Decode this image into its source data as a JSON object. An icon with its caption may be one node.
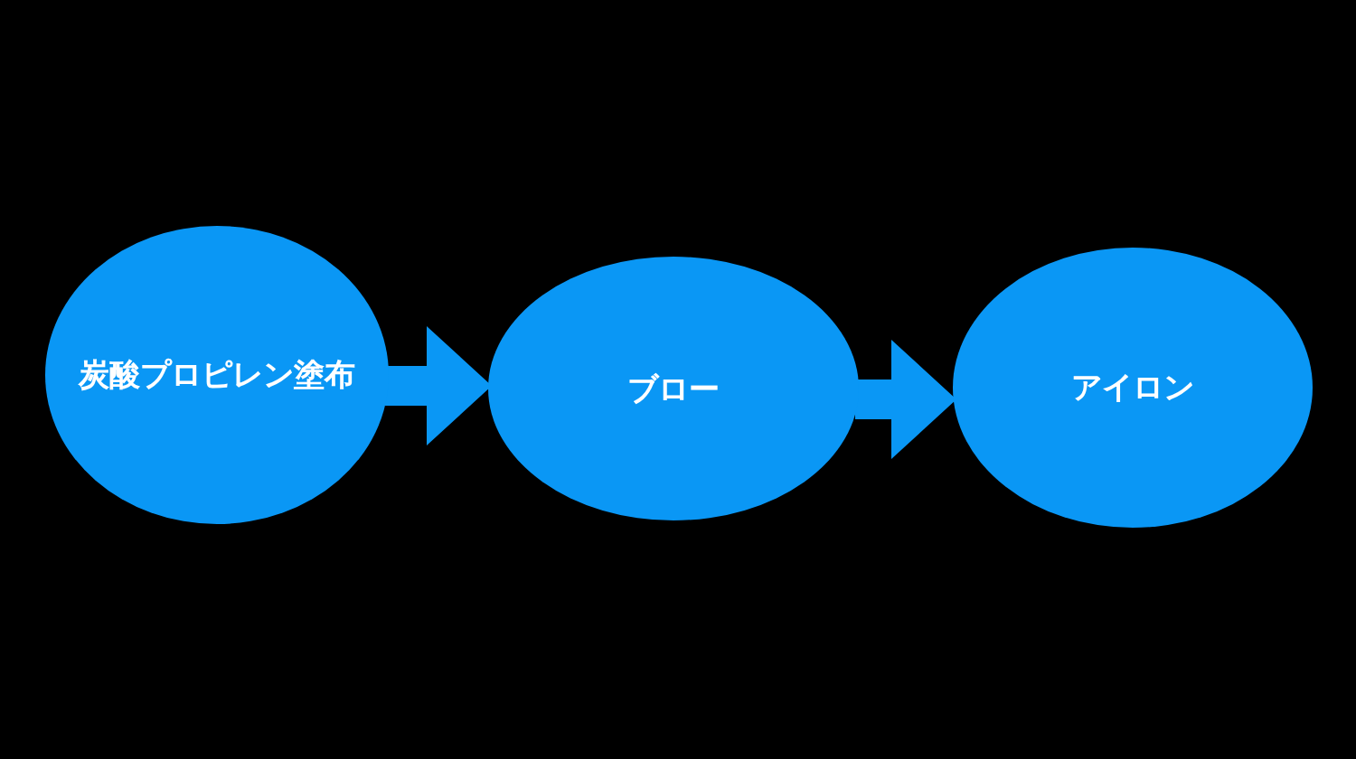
{
  "diagram": {
    "nodes": [
      {
        "text": [
          "炭酸プロピレン塗布"
        ]
      },
      {
        "text": [
          "ブロー"
        ]
      },
      {
        "text": [
          "アイロン"
        ]
      }
    ],
    "edges": [
      {
        "from": 0,
        "to": 1,
        "arrow": "to"
      },
      {
        "from": 1,
        "to": 2,
        "arrow": "to"
      }
    ]
  }
}
